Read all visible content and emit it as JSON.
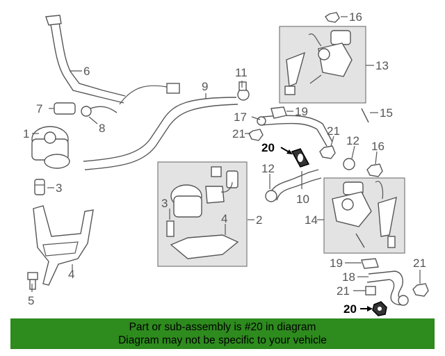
{
  "callouts": {
    "c1": "1",
    "c2": "2",
    "c3a": "3",
    "c3b": "3",
    "c4a": "4",
    "c4b": "4",
    "c5": "5",
    "c6": "6",
    "c7": "7",
    "c8": "8",
    "c9": "9",
    "c10": "10",
    "c11": "11",
    "c12a": "12",
    "c12b": "12",
    "c13": "13",
    "c14": "14",
    "c15": "15",
    "c16a": "16",
    "c16b": "16",
    "c17": "17",
    "c18": "18",
    "c19a": "19",
    "c19b": "19",
    "c20a": "20",
    "c20b": "20",
    "c21a": "21",
    "c21b": "21",
    "c21c": "21",
    "c21d": "21"
  },
  "banner": {
    "line1": "Part or sub-assembly is #20 in diagram",
    "line2": "Diagram may not be specific to your vehicle"
  },
  "colors": {
    "banner_bg": "#2e8b1e",
    "highlight": "#000000",
    "line": "#555555",
    "box": "#e3e3e3"
  }
}
